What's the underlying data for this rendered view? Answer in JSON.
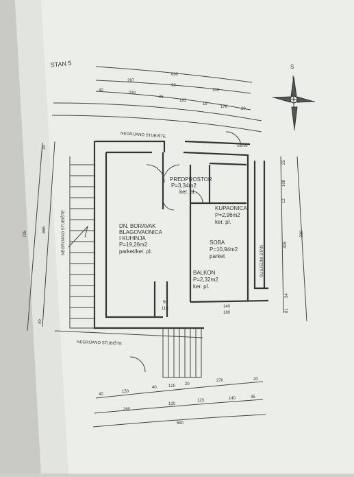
{
  "title": "STAN 5",
  "north_label": "S",
  "rooms": {
    "predprostor": {
      "name": "PREDPROSTOR",
      "area": "P=3,34m2",
      "floor": "ker. pl."
    },
    "kupaonica": {
      "name": "KUPAONICA",
      "area": "P=2,96m2",
      "floor": "ker. pl."
    },
    "dnevni": {
      "name": "DN. BORAVAK",
      "name2": "BLAGOVAONICA",
      "name3": "I KUHINJA",
      "area": "P=19,26m2",
      "floor": "parket/ker. pl."
    },
    "soba": {
      "name": "SOBA",
      "area": "P=10,94m2",
      "floor": "parket"
    },
    "balkon": {
      "name": "BALKON",
      "area": "P=2,32m2",
      "floor": "ker. pl."
    }
  },
  "labels": {
    "stairs_top": "NEGRIJANO STUBIŠTE",
    "stairs_left": "NEGRIJANO STUBIŠTE",
    "stairs_bottom": "NEGRIJANO STUBIŠTE",
    "neighbor_right": "SUSJEDNI STAN",
    "neighbor_top": "STAN"
  },
  "dims_top": {
    "total": "690",
    "row1": [
      "297",
      "99",
      "303"
    ],
    "row2": [
      "40",
      "230",
      "25",
      "193",
      "15",
      "176",
      "20"
    ]
  },
  "dims_bottom": {
    "row1": [
      "40",
      "150",
      "40",
      "120",
      "20",
      "270",
      "20"
    ],
    "row2": [
      "260",
      "120",
      "123",
      "140",
      "45"
    ],
    "total": "690"
  },
  "dims_left": [
    "20",
    "725",
    "655",
    "40"
  ],
  "dims_right": [
    "25",
    "108",
    "12",
    "405",
    "330",
    "34",
    "81"
  ],
  "dims_inner": [
    "50",
    "110",
    "140",
    "180"
  ]
}
